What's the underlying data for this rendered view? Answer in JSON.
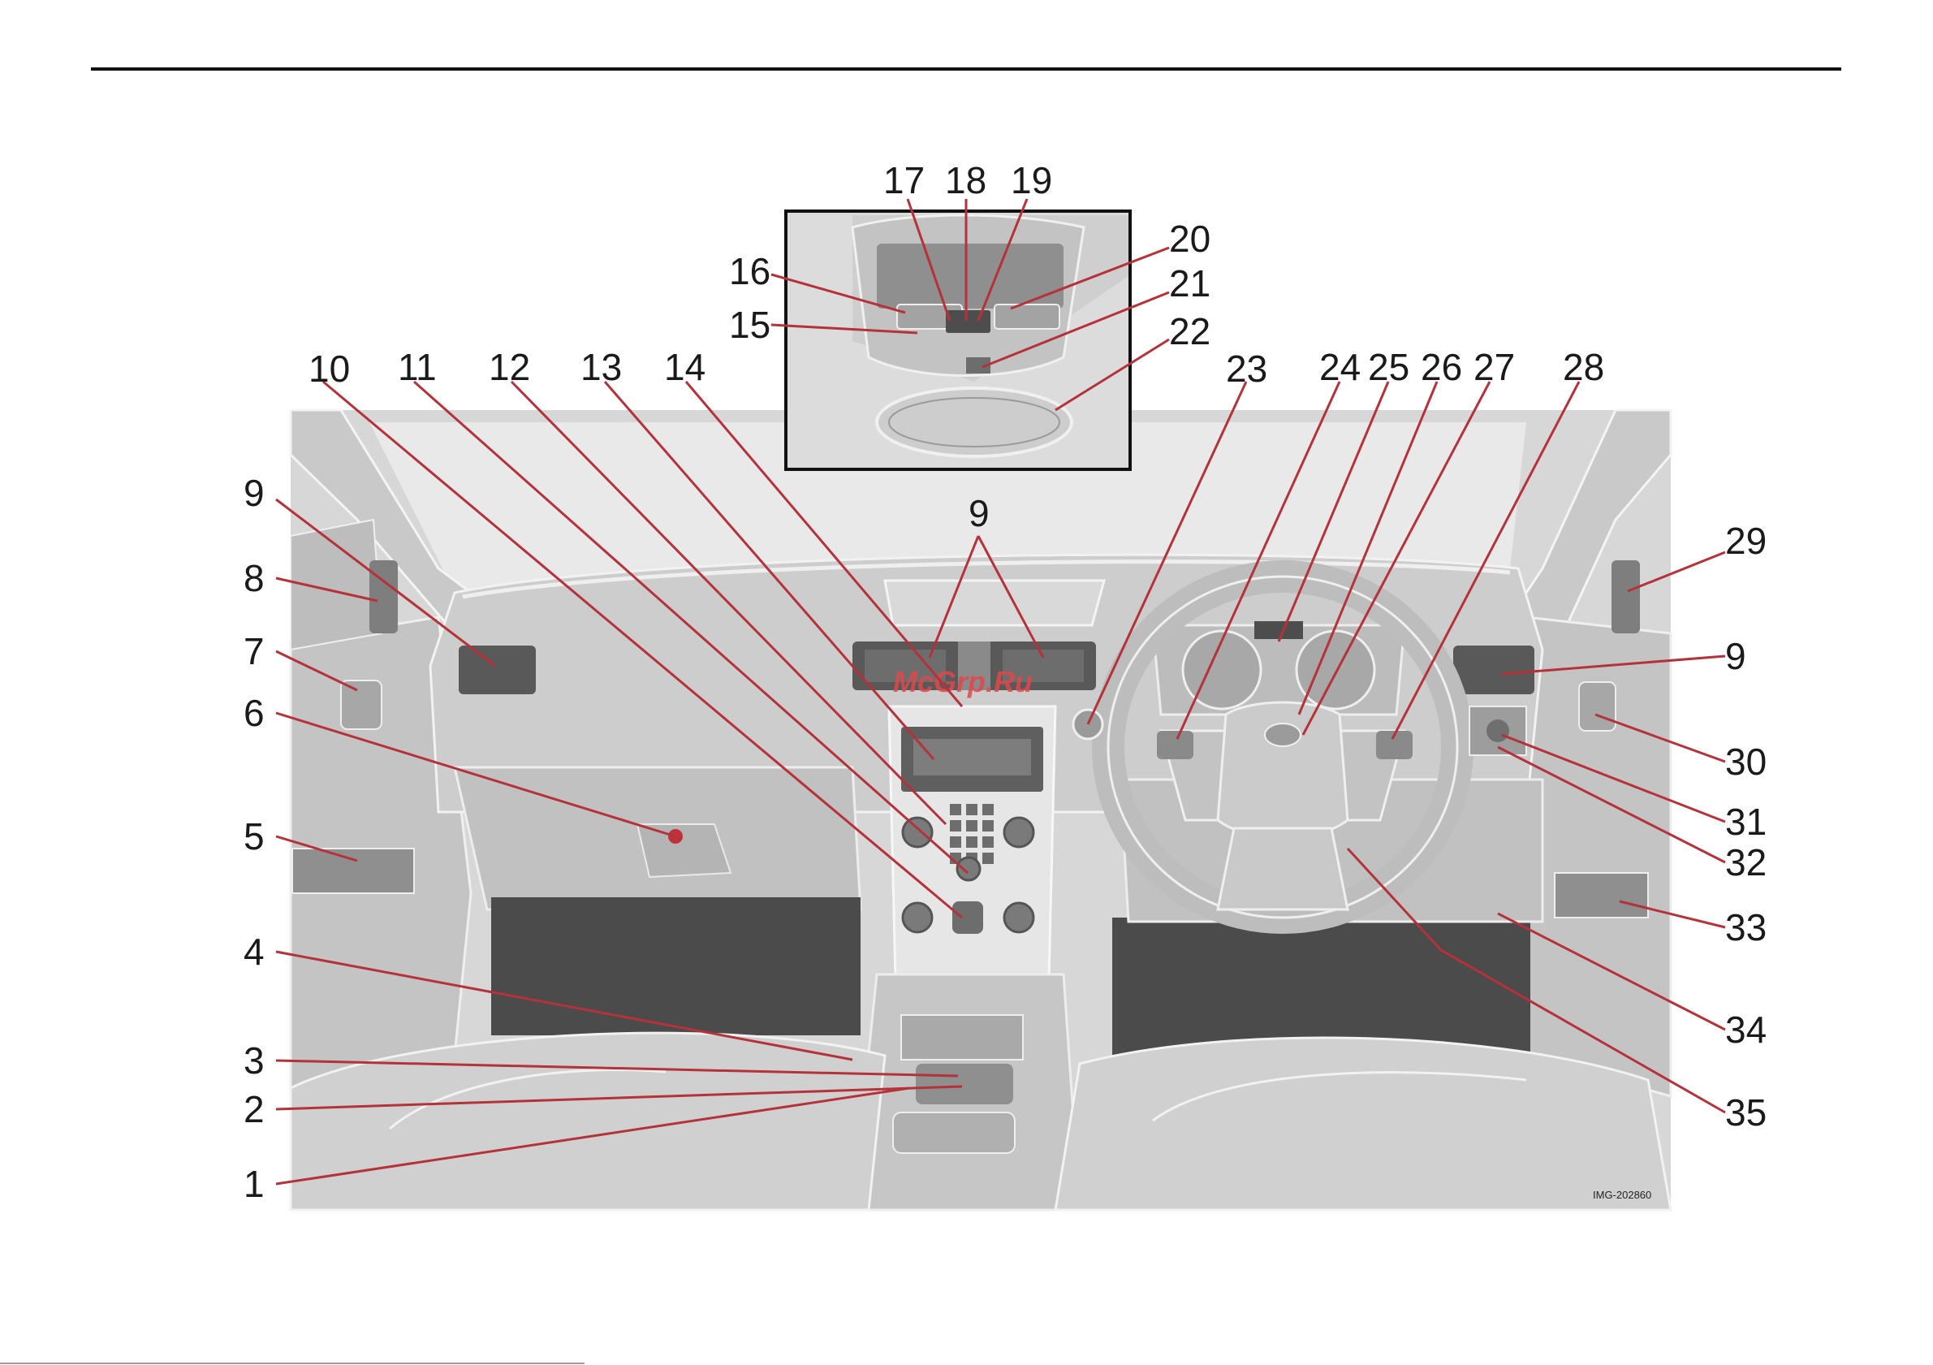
{
  "figure": {
    "image_id": "IMG-202860",
    "watermark": "McGrp.Ru"
  },
  "callouts": [
    {
      "id": "1",
      "label": "1"
    },
    {
      "id": "2",
      "label": "2"
    },
    {
      "id": "3",
      "label": "3"
    },
    {
      "id": "4",
      "label": "4"
    },
    {
      "id": "5",
      "label": "5"
    },
    {
      "id": "6",
      "label": "6"
    },
    {
      "id": "7",
      "label": "7"
    },
    {
      "id": "8",
      "label": "8"
    },
    {
      "id": "9a",
      "label": "9"
    },
    {
      "id": "9b",
      "label": "9"
    },
    {
      "id": "9c",
      "label": "9"
    },
    {
      "id": "10",
      "label": "10"
    },
    {
      "id": "11",
      "label": "11"
    },
    {
      "id": "12",
      "label": "12"
    },
    {
      "id": "13",
      "label": "13"
    },
    {
      "id": "14",
      "label": "14"
    },
    {
      "id": "15",
      "label": "15"
    },
    {
      "id": "16",
      "label": "16"
    },
    {
      "id": "17",
      "label": "17"
    },
    {
      "id": "18",
      "label": "18"
    },
    {
      "id": "19",
      "label": "19"
    },
    {
      "id": "20",
      "label": "20"
    },
    {
      "id": "21",
      "label": "21"
    },
    {
      "id": "22",
      "label": "22"
    },
    {
      "id": "23",
      "label": "23"
    },
    {
      "id": "24",
      "label": "24"
    },
    {
      "id": "25",
      "label": "25"
    },
    {
      "id": "26",
      "label": "26"
    },
    {
      "id": "27",
      "label": "27"
    },
    {
      "id": "28",
      "label": "28"
    },
    {
      "id": "29",
      "label": "29"
    },
    {
      "id": "30",
      "label": "30"
    },
    {
      "id": "31",
      "label": "31"
    },
    {
      "id": "32",
      "label": "32"
    },
    {
      "id": "33",
      "label": "33"
    },
    {
      "id": "34",
      "label": "34"
    },
    {
      "id": "35",
      "label": "35"
    }
  ]
}
